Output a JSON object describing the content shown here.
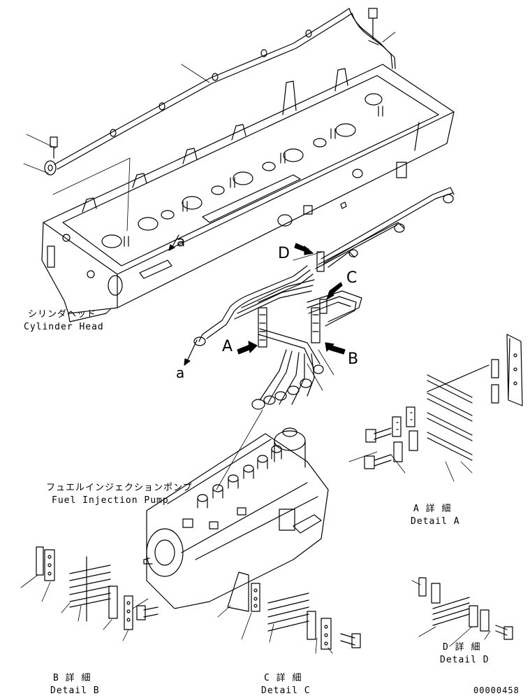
{
  "cylinder_head": {
    "jp": "シリンダヘッド",
    "en": "Cylinder Head"
  },
  "fuel_pump": {
    "jp": "フュエルインジェクションポンプ",
    "en": "Fuel Injection Pump"
  },
  "view_markers": {
    "a_top": "a",
    "a_bottom": "a",
    "A": "A",
    "B": "B",
    "C": "C",
    "D": "D"
  },
  "details": {
    "A": {
      "jp": "A 詳 細",
      "en": "Detail A"
    },
    "B": {
      "jp": "B 詳 細",
      "en": "Detail B"
    },
    "C": {
      "jp": "C 詳 細",
      "en": "Detail C"
    },
    "D": {
      "jp": "D 詳 細",
      "en": "Detail D"
    }
  },
  "drawing_number": "00000458",
  "colors": {
    "line": "#000000",
    "background": "#ffffff"
  }
}
